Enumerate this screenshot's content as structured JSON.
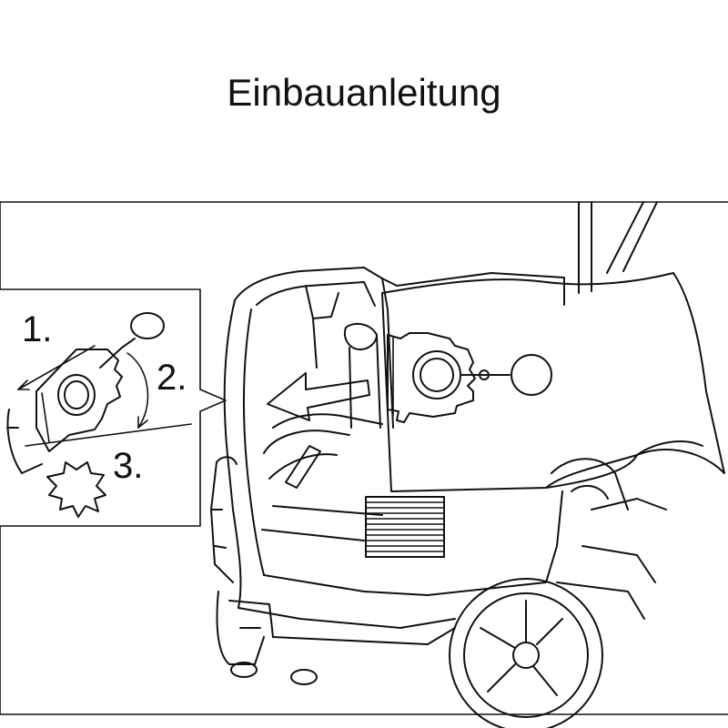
{
  "title": "Einbauanleitung",
  "steps": [
    "1.",
    "2.",
    "3."
  ],
  "colors": {
    "line": "#111111",
    "background": "#ffffff"
  },
  "icons": [
    "vacuum-cleaner-illustration",
    "dust-bag-icon",
    "arrow-icon",
    "burst-icon"
  ]
}
